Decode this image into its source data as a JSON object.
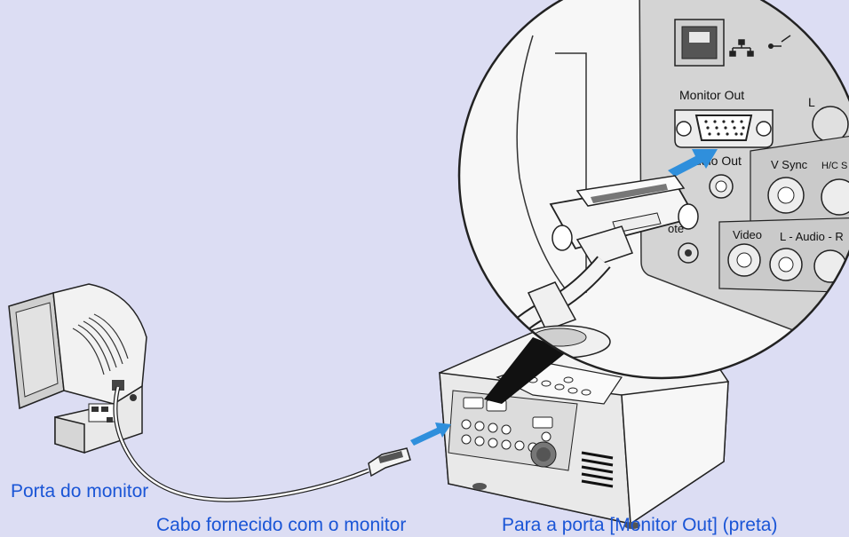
{
  "background_color": "#dcddf3",
  "caption_color": "#1a55d6",
  "arrow_color": "#2f8fdc",
  "captions": {
    "monitor_port": "Porta do monitor",
    "cable": "Cabo fornecido com o monitor",
    "projector_port": "Para a porta [Monitor Out] (preta)"
  },
  "panel_labels": {
    "monitor_out": "Monitor Out",
    "audio_out": "udio Out",
    "v_sync": "V Sync",
    "hc_sync": "H/C S",
    "video": "Video",
    "audio": "L - Audio - R",
    "remote": "ote",
    "l_top": "L"
  }
}
